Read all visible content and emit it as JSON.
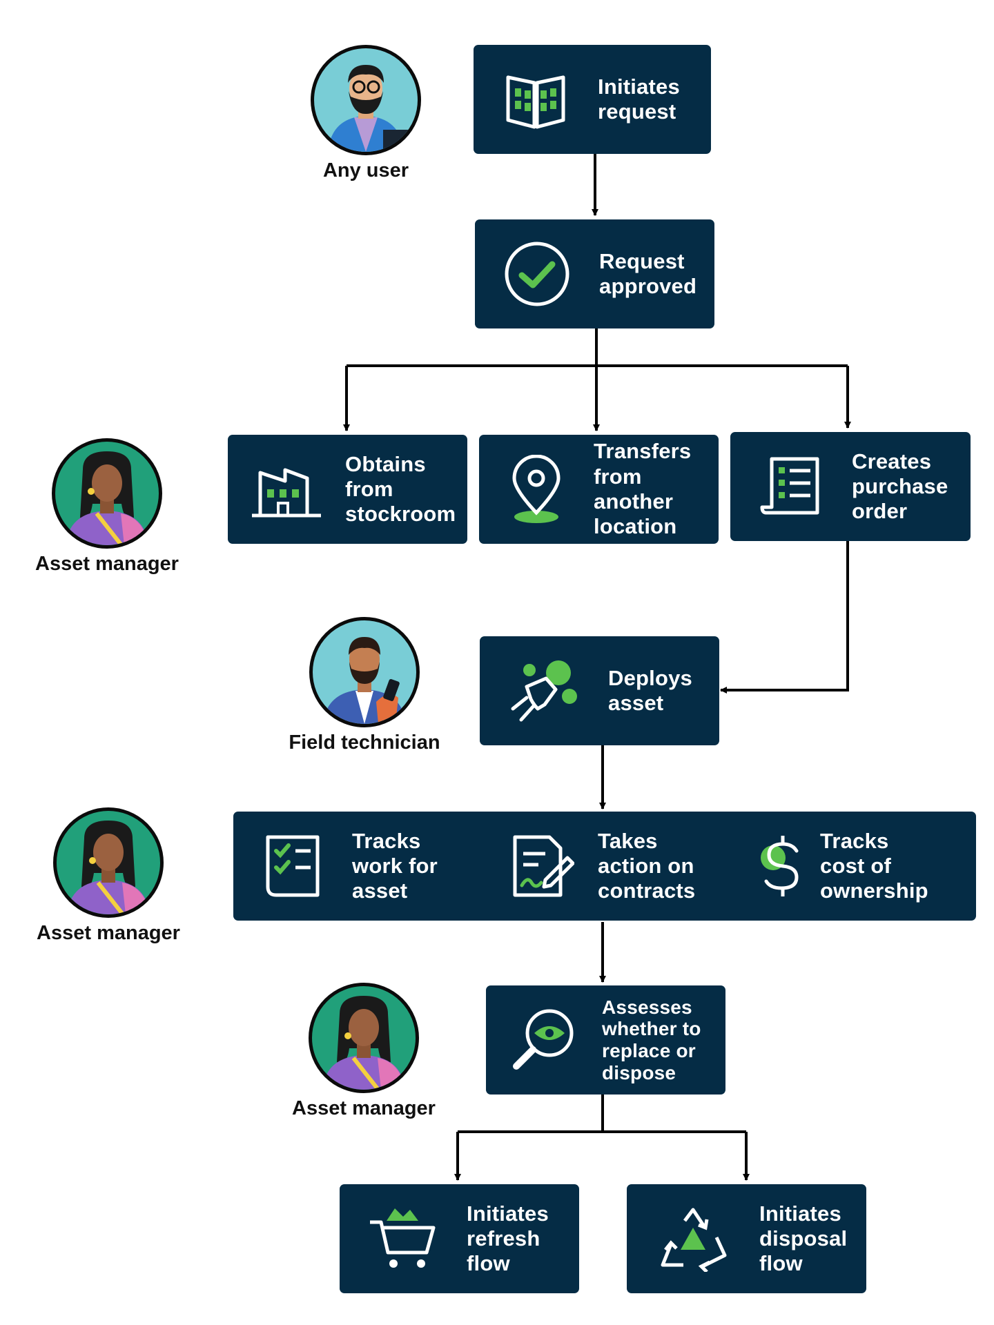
{
  "colors": {
    "box_fill": "#052c45",
    "box_text": "#ffffff",
    "icon_accent": "#5cc24e",
    "arrow": "#000000",
    "avatar_teal": "#79cdd6",
    "avatar_green": "#21a07a"
  },
  "actors": {
    "any_user": {
      "label": "Any user"
    },
    "asset_manager_1": {
      "label": "Asset manager"
    },
    "field_technician": {
      "label": "Field technician"
    },
    "asset_manager_2": {
      "label": "Asset manager"
    },
    "asset_manager_3": {
      "label": "Asset manager"
    }
  },
  "steps": {
    "initiates_request": {
      "label": "Initiates\nrequest",
      "icon": "open-book-icon"
    },
    "request_approved": {
      "label": "Request\napproved",
      "icon": "check-circle-icon"
    },
    "obtains_from_stockroom": {
      "label": "Obtains\nfrom\nstockroom",
      "icon": "warehouse-icon"
    },
    "transfers_from_location": {
      "label": "Transfers\nfrom\nanother\nlocation",
      "icon": "location-pin-icon"
    },
    "creates_purchase_order": {
      "label": "Creates\npurchase\norder",
      "icon": "receipt-icon"
    },
    "deploys_asset": {
      "label": "Deploys\nasset",
      "icon": "plug-icon"
    },
    "tracks_work": {
      "label": "Tracks\nwork for\nasset",
      "icon": "checklist-icon"
    },
    "takes_action_contracts": {
      "label": "Takes\naction on\ncontracts",
      "icon": "contract-sign-icon"
    },
    "tracks_cost": {
      "label": "Tracks\ncost of\nownership",
      "icon": "dollar-icon"
    },
    "assesses_replace_dispose": {
      "label": "Assesses\nwhether to\nreplace or\ndispose",
      "icon": "magnifier-eye-icon"
    },
    "initiates_refresh": {
      "label": "Initiates\nrefresh\nflow",
      "icon": "shopping-cart-icon"
    },
    "initiates_disposal": {
      "label": "Initiates\ndisposal\nflow",
      "icon": "recycle-icon"
    }
  }
}
